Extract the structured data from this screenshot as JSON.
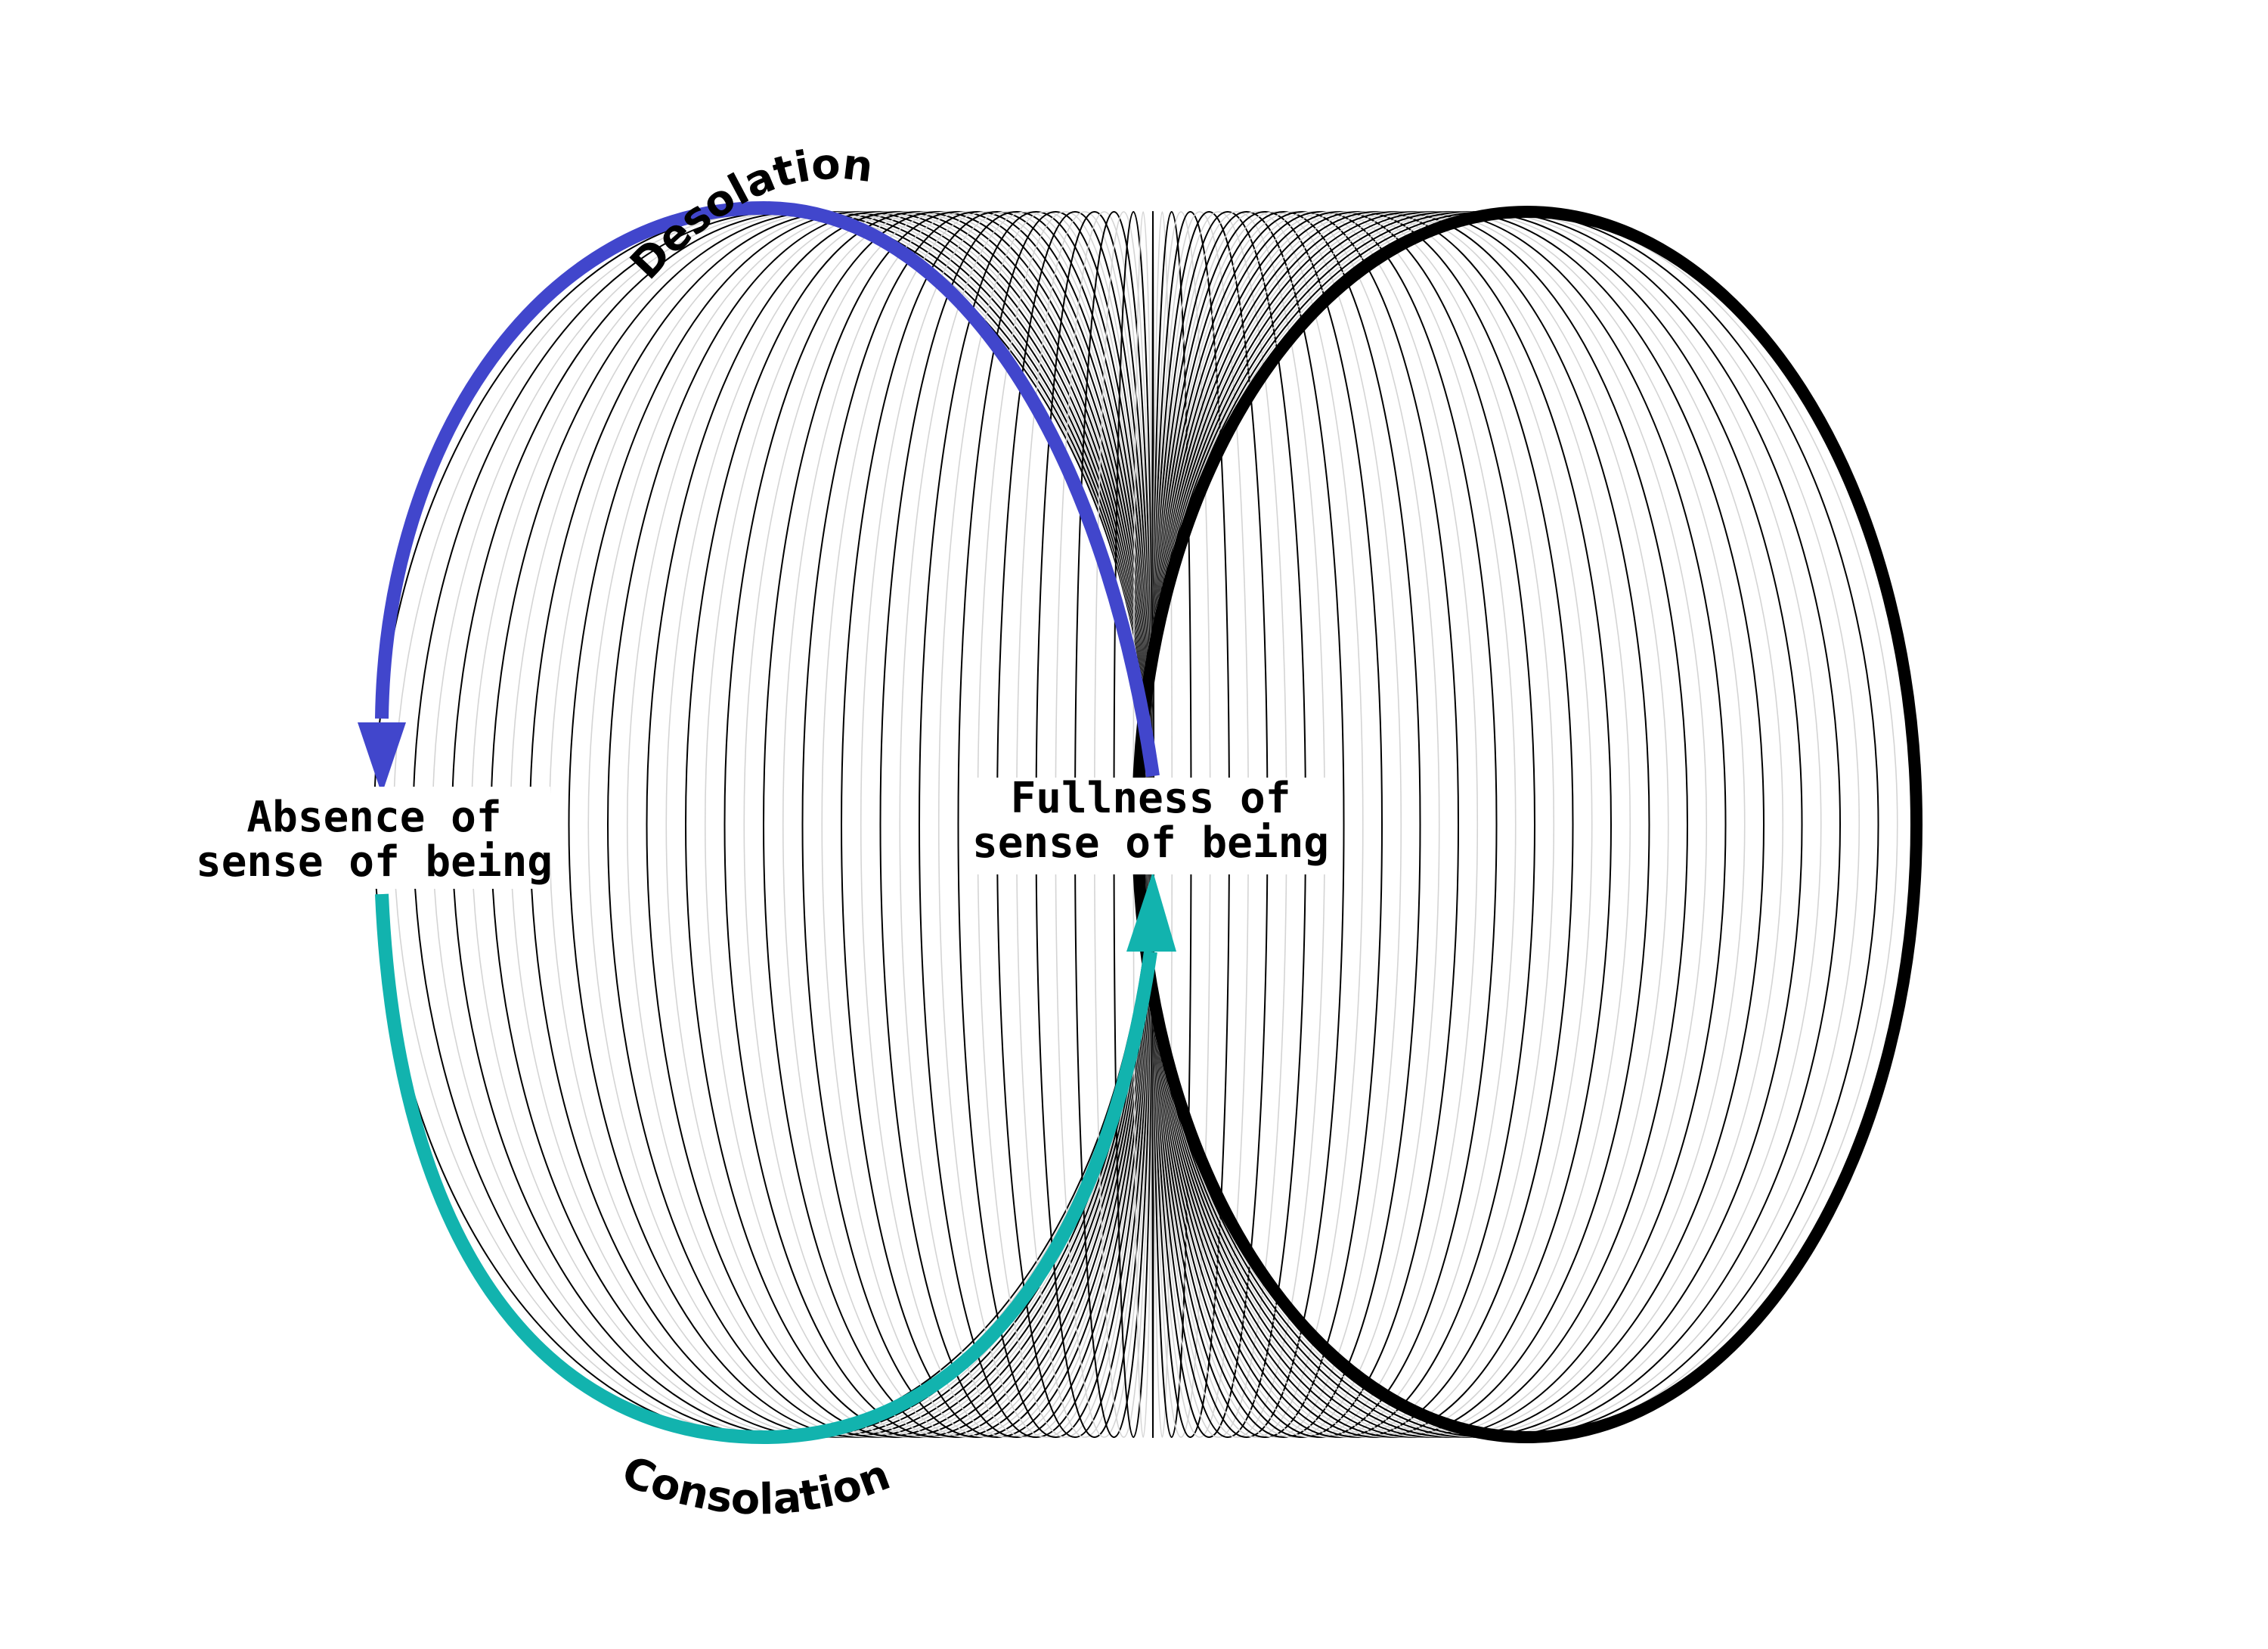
{
  "labels": {
    "top_arc": "Desolation",
    "bottom_arc": "Consolation",
    "left_state_line1": "Absence of",
    "left_state_line2": "sense of being",
    "center_state_line1": "Fullness of",
    "center_state_line2": "sense of being"
  },
  "colors": {
    "desolation": "#4146CC",
    "consolation": "#12B3AE",
    "ring_dark": "#000000",
    "ring_light": "#D4D4D4"
  }
}
